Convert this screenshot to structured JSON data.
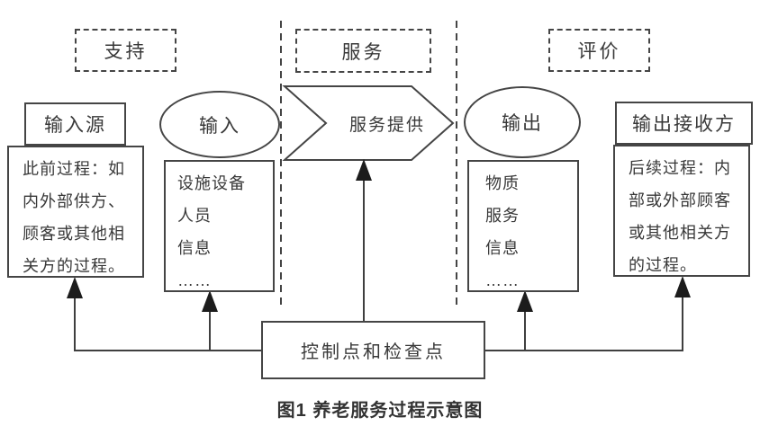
{
  "diagram": {
    "caption": "图1 养老服务过程示意图",
    "colors": {
      "line": "#3f3f3f",
      "text": "#383838",
      "background": "#ffffff"
    },
    "lanes": {
      "support": "支持",
      "service": "服务",
      "evaluation": "评价"
    },
    "nodes": {
      "input_source": {
        "title": "输入源",
        "body": "此前过程：如\n内外部供方、\n顾客或其他相\n关方的过程。"
      },
      "input": {
        "title": "输入",
        "body": "设施设备\n人员\n信息\n……"
      },
      "service_provision": {
        "title": "服务提供"
      },
      "output": {
        "title": "输出",
        "body": "物质\n服务\n信息\n……"
      },
      "output_receiver": {
        "title": "输出接收方",
        "body": "后续过程：内\n部或外部顾客\n或其他相关方\n的过程。"
      },
      "control": {
        "title": "控制点和检查点"
      }
    }
  }
}
